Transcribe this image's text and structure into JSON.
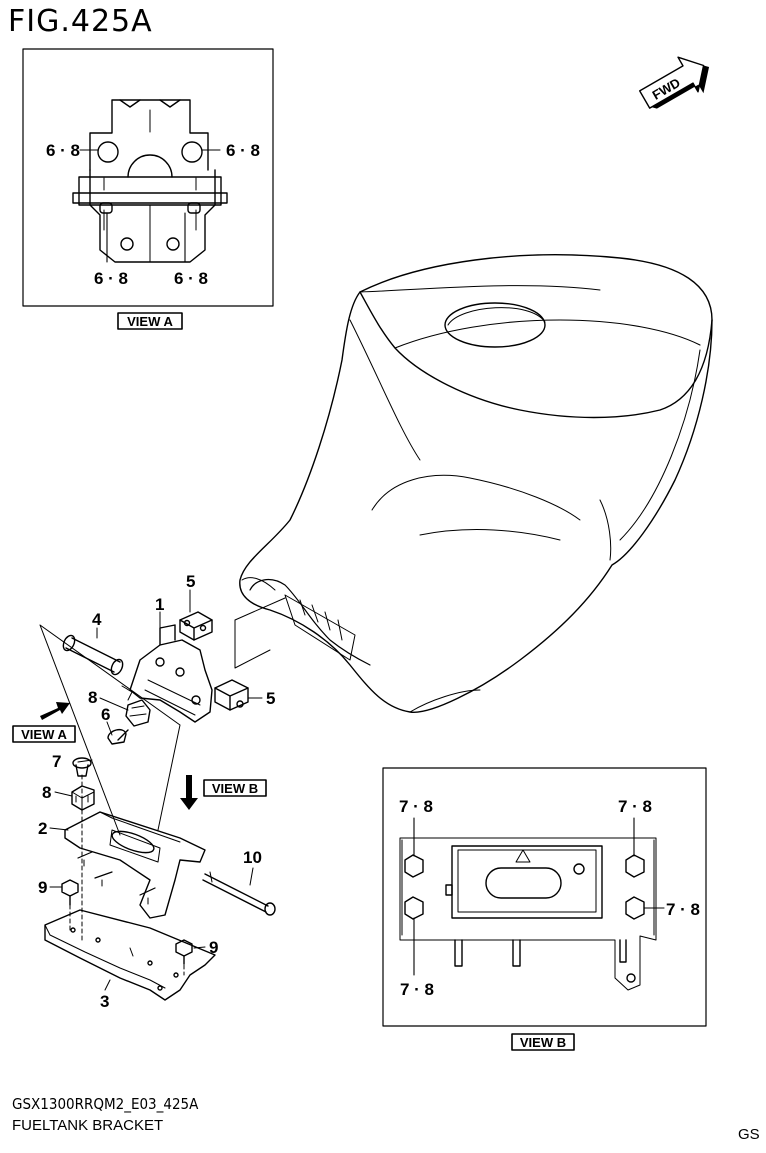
{
  "figure": {
    "title": "FIG.425A",
    "code": "GSX1300RRQM2_E03_425A",
    "name": "FUELTANK BRACKET",
    "region": "GS"
  },
  "direction_badge": "FWD",
  "view_labels": {
    "view_a_box": "VIEW A",
    "view_a_arrow": "VIEW A",
    "view_b_arrow": "VIEW B",
    "view_b_box": "VIEW B"
  },
  "view_a_callouts": [
    "6 · 8",
    "6 · 8",
    "6 · 8",
    "6 · 8"
  ],
  "view_b_callouts": [
    "7 · 8",
    "7 · 8",
    "7 · 8",
    "7 · 8"
  ],
  "part_numbers": {
    "p1": "1",
    "p2": "2",
    "p3": "3",
    "p4": "4",
    "p5a": "5",
    "p5b": "5",
    "p6": "6",
    "p7": "7",
    "p8a": "8",
    "p8b": "8",
    "p9a": "9",
    "p9b": "9",
    "p10": "10"
  }
}
